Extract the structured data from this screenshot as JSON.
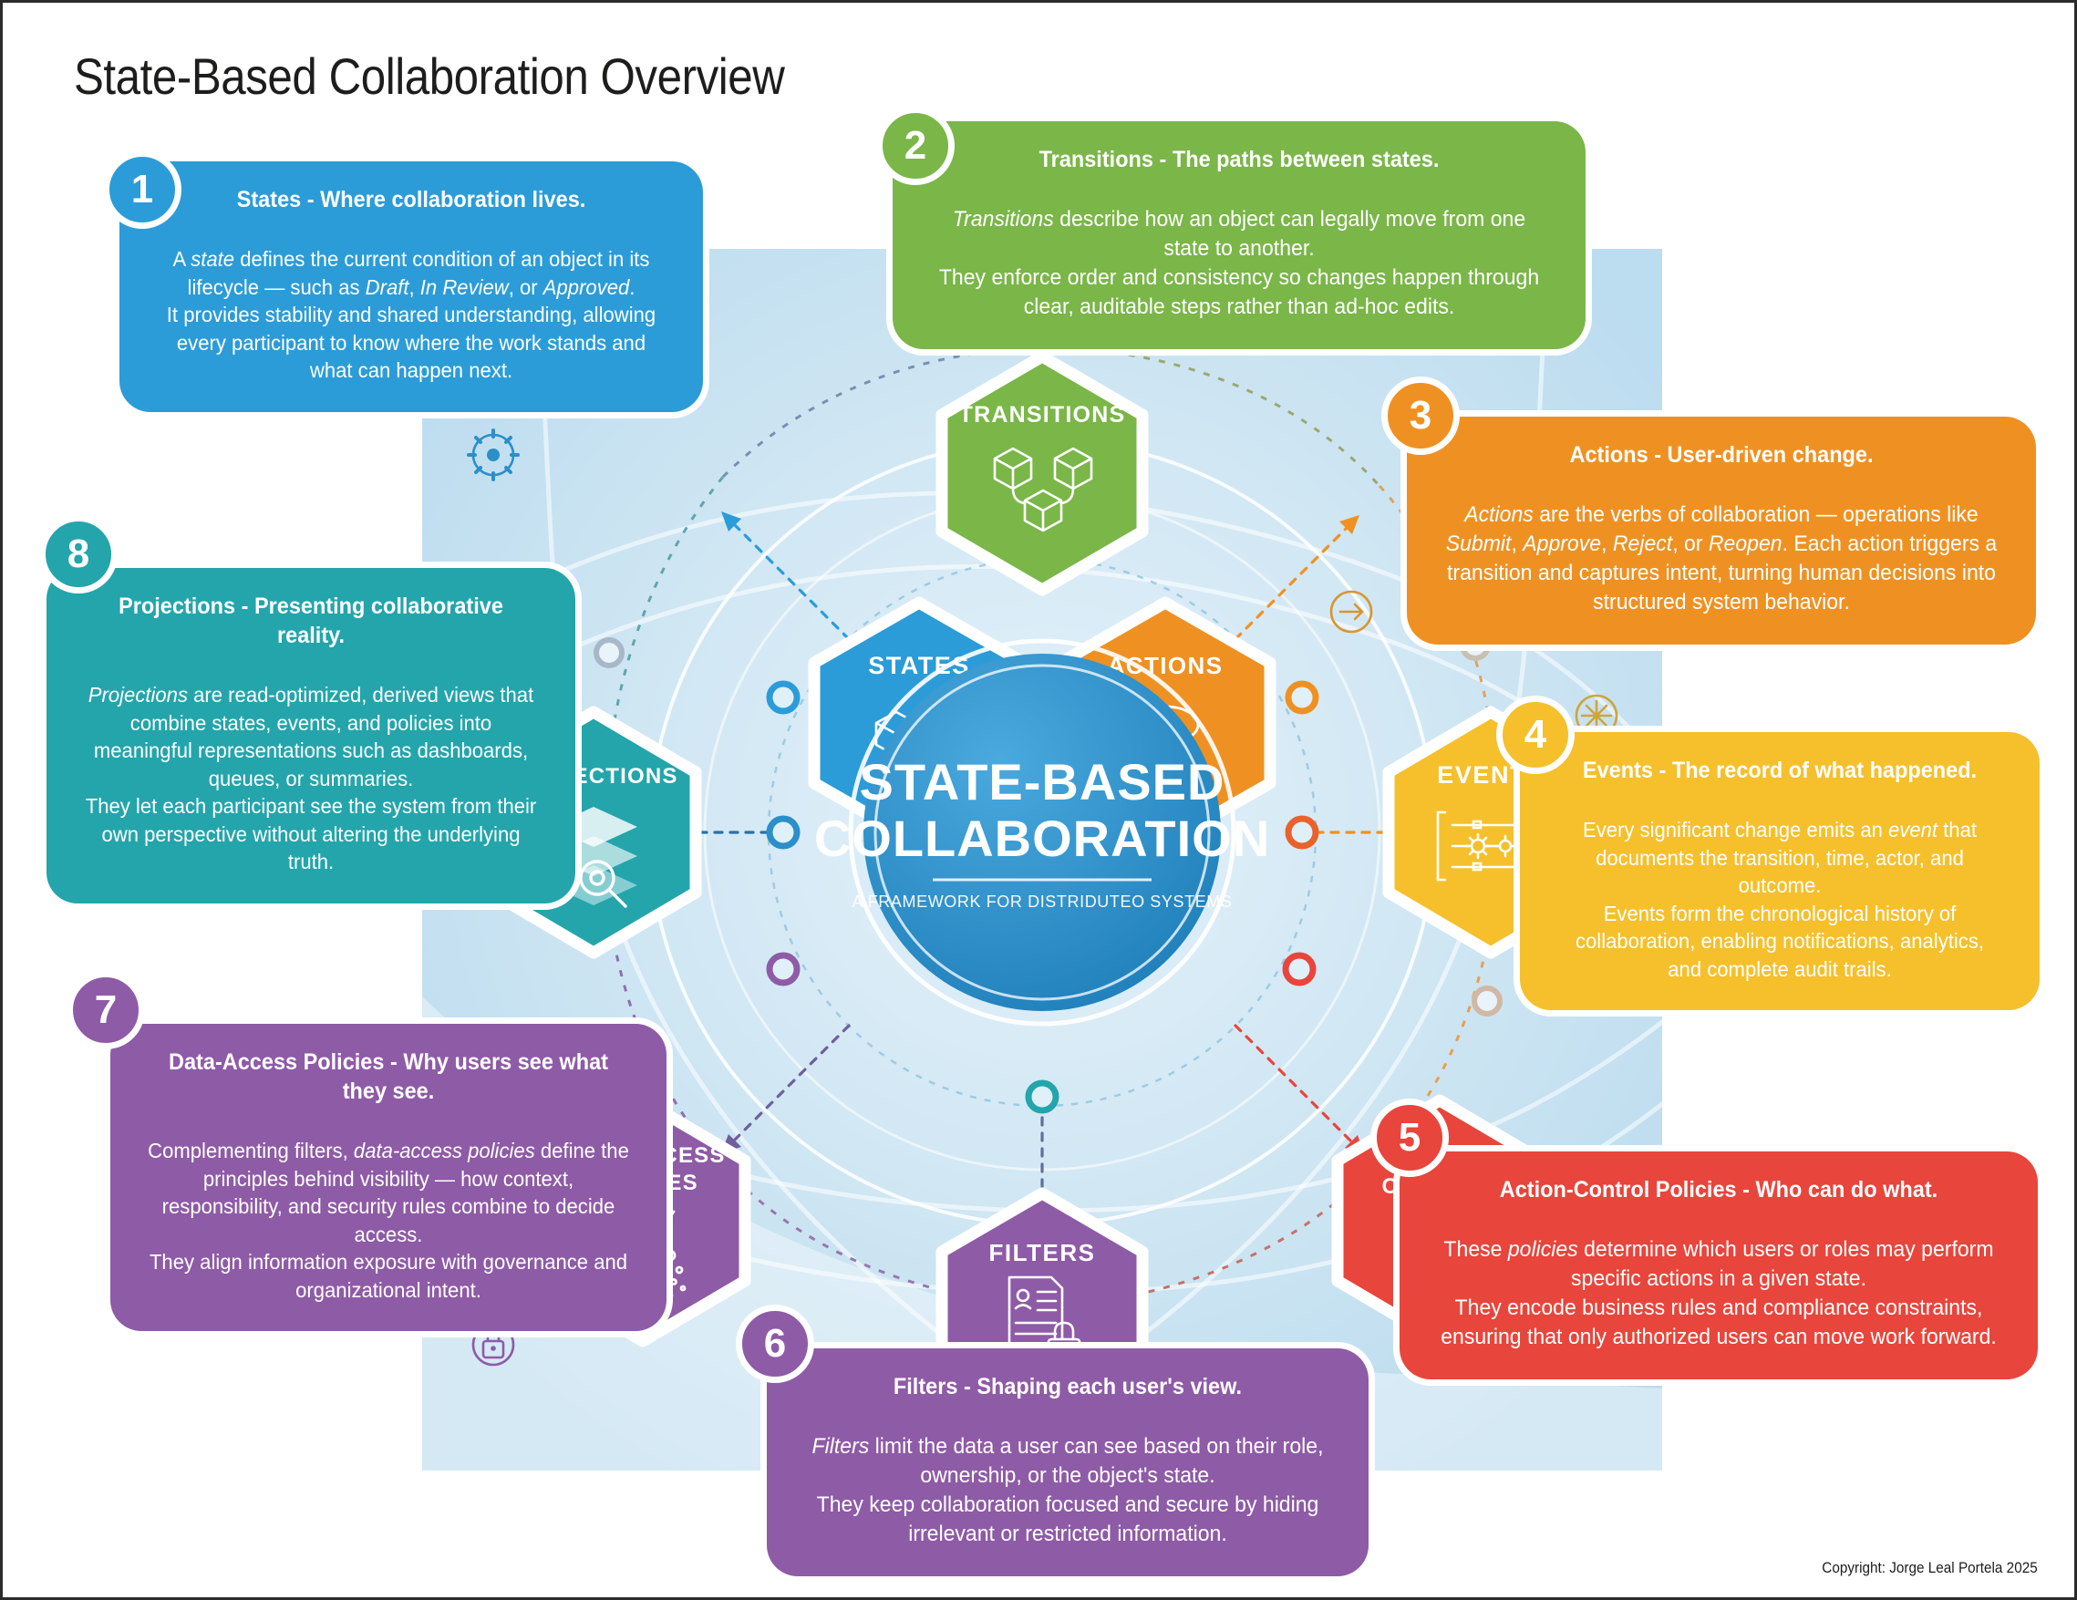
{
  "page": {
    "title": "State-Based Collaboration Overview",
    "copyright": "Copyright: Jorge Leal Portela 2025"
  },
  "hub": {
    "line1": "STATE-BASED",
    "line2": "COLLABORATION",
    "subtitle": "A FRAMEWORK FOR DISTRIDUTEO SYSTEMS"
  },
  "colors": {
    "states": "#2b9cd8",
    "transitions": "#7ab648",
    "actions": "#ef9122",
    "events": "#f5c02c",
    "action_control": "#e8453c",
    "filters": "#8e5ba6",
    "data_access_policies": "#8e5ba6",
    "projections": "#23a5ab",
    "hub": "#2b8fc9",
    "background": "#cfe6f3"
  },
  "hexagons": [
    {
      "id": "states",
      "label": "STATES",
      "icon": "cubes-icon",
      "color": "#2b9cd8"
    },
    {
      "id": "transitions",
      "label": "TRANSITIONS",
      "icon": "linked-cubes-icon",
      "color": "#7ab648"
    },
    {
      "id": "actions",
      "label": "ACTIONS",
      "icon": "click-hand-icon",
      "color": "#ef9122"
    },
    {
      "id": "events",
      "label": "EVENTS",
      "icon": "timeline-icon",
      "color": "#f5c02c"
    },
    {
      "id": "action-control",
      "label": "ACTION\nCONTROL",
      "icon": "shield-check-icon",
      "color": "#e8453c"
    },
    {
      "id": "filters",
      "label": "FILTERS",
      "icon": "document-lock-icon",
      "color": "#8e5ba6"
    },
    {
      "id": "data-access",
      "label": "DATA ACCESS\nPOLICIES",
      "icon": "funnel-icon",
      "color": "#8e5ba6"
    },
    {
      "id": "projections",
      "label": "PROJECTIONS",
      "icon": "layers-search-icon",
      "color": "#23a5ab"
    }
  ],
  "satellite_icons": [
    {
      "name": "gear-icon",
      "color": "#2b9cd8"
    },
    {
      "name": "arrow-right-icon",
      "color": "#7ab648"
    },
    {
      "name": "arrow-right-icon",
      "color": "#ef9122"
    },
    {
      "name": "asterisk-icon",
      "color": "#f5c02c"
    },
    {
      "name": "sun-gear-icon",
      "color": "#f5c02c"
    },
    {
      "name": "list-lines-icon",
      "color": "#e8453c"
    },
    {
      "name": "eye-icon",
      "color": "#8e5ba6"
    },
    {
      "name": "lock-icon",
      "color": "#8e5ba6"
    },
    {
      "name": "dashboard-icon",
      "color": "#23a5ab"
    }
  ],
  "cards": [
    {
      "number": "1",
      "color": "#2b9cd8",
      "title": "States - Where collaboration lives.",
      "body_html": "A <i>state</i> defines the current condition of an object in its lifecycle — such as <i>Draft</i>, <i>In Review</i>, or <i>Approved</i>.<br>It provides stability and shared understanding, allowing every participant to know where the work stands and what can happen next."
    },
    {
      "number": "2",
      "color": "#7ab648",
      "title": "Transitions - The paths between states.",
      "body_html": "<i>Transitions</i> describe how an object can legally move from one state to another.<br>They enforce order and consistency so changes happen through clear, auditable steps rather than ad-hoc edits."
    },
    {
      "number": "3",
      "color": "#ef9122",
      "title": "Actions - User-driven change.",
      "body_html": "<i>Actions</i> are the verbs of collaboration — operations like <i>Submit</i>, <i>Approve</i>, <i>Reject</i>, or <i>Reopen</i>. Each action triggers a transition and captures intent, turning human decisions into structured system behavior."
    },
    {
      "number": "4",
      "color": "#f5c02c",
      "title": "Events - The record of what happened.",
      "body_html": "Every significant change emits an <i>event</i> that documents the transition, time, actor, and outcome.<br>Events form the chronological history of collaboration, enabling notifications, analytics, and complete audit trails."
    },
    {
      "number": "5",
      "color": "#e8453c",
      "title": "Action-Control Policies - Who can do what.",
      "body_html": "These <i>policies</i> determine which users or roles may perform specific actions in a given state.<br>They encode business rules and compliance constraints, ensuring that only authorized users can move work forward."
    },
    {
      "number": "6",
      "color": "#8e5ba6",
      "title": "Filters - Shaping each user's view.",
      "body_html": "<i>Filters</i> limit the data a user can see based on their role, ownership, or the object's state.<br>They keep collaboration focused and secure by hiding irrelevant or restricted information."
    },
    {
      "number": "7",
      "color": "#8e5ba6",
      "title": "Data-Access Policies - Why users see what they see.",
      "body_html": "Complementing filters, <i>data-access policies</i> define the principles behind visibility — how context, responsibility, and security rules combine to decide access.<br>They align information exposure with governance and organizational intent."
    },
    {
      "number": "8",
      "color": "#23a5ab",
      "title": "Projections - Presenting collaborative reality.",
      "body_html": "<i>Projections</i> are read-optimized, derived views that combine states, events, and policies into meaningful representations such as dashboards, queues, or summaries.<br>They let each participant see the system from their own perspective without altering the underlying truth."
    }
  ]
}
